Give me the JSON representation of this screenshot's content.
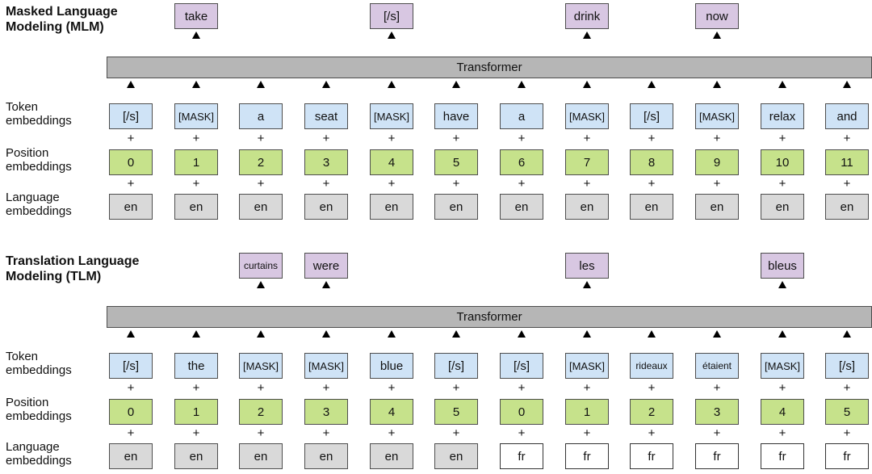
{
  "colors": {
    "output_box": "#d8c7e2",
    "token_box": "#cfe3f6",
    "position_box": "#c6e28b",
    "language_box_filled": "#d9d9d9",
    "language_box_outline": "#ffffff",
    "transformer_bar": "#b6b6b6",
    "box_border": "#4d4d4d"
  },
  "sections": [
    {
      "title": "Masked Language Modeling (MLM)",
      "transformer_label": "Transformer",
      "row_labels": {
        "token": "Token embeddings",
        "position": "Position embeddings",
        "language": "Language embeddings"
      },
      "outputs": [
        {
          "col": 1,
          "label": "take"
        },
        {
          "col": 4,
          "label": "[/s]"
        },
        {
          "col": 7,
          "label": "drink"
        },
        {
          "col": 9,
          "label": "now"
        }
      ],
      "tokens": [
        "[/s]",
        "[MASK]",
        "a",
        "seat",
        "[MASK]",
        "have",
        "a",
        "[MASK]",
        "[/s]",
        "[MASK]",
        "relax",
        "and"
      ],
      "positions": [
        "0",
        "1",
        "2",
        "3",
        "4",
        "5",
        "6",
        "7",
        "8",
        "9",
        "10",
        "11"
      ],
      "languages": [
        {
          "label": "en",
          "style": "filled"
        },
        {
          "label": "en",
          "style": "filled"
        },
        {
          "label": "en",
          "style": "filled"
        },
        {
          "label": "en",
          "style": "filled"
        },
        {
          "label": "en",
          "style": "filled"
        },
        {
          "label": "en",
          "style": "filled"
        },
        {
          "label": "en",
          "style": "filled"
        },
        {
          "label": "en",
          "style": "filled"
        },
        {
          "label": "en",
          "style": "filled"
        },
        {
          "label": "en",
          "style": "filled"
        },
        {
          "label": "en",
          "style": "filled"
        },
        {
          "label": "en",
          "style": "filled"
        }
      ],
      "plus_sign": "+"
    },
    {
      "title": "Translation Language Modeling (TLM)",
      "transformer_label": "Transformer",
      "row_labels": {
        "token": "Token embeddings",
        "position": "Position embeddings",
        "language": "Language embeddings"
      },
      "outputs": [
        {
          "col": 2,
          "label": "curtains"
        },
        {
          "col": 3,
          "label": "were"
        },
        {
          "col": 7,
          "label": "les"
        },
        {
          "col": 10,
          "label": "bleus"
        }
      ],
      "tokens": [
        "[/s]",
        "the",
        "[MASK]",
        "[MASK]",
        "blue",
        "[/s]",
        "[/s]",
        "[MASK]",
        "rideaux",
        "étaient",
        "[MASK]",
        "[/s]"
      ],
      "positions": [
        "0",
        "1",
        "2",
        "3",
        "4",
        "5",
        "0",
        "1",
        "2",
        "3",
        "4",
        "5"
      ],
      "languages": [
        {
          "label": "en",
          "style": "filled"
        },
        {
          "label": "en",
          "style": "filled"
        },
        {
          "label": "en",
          "style": "filled"
        },
        {
          "label": "en",
          "style": "filled"
        },
        {
          "label": "en",
          "style": "filled"
        },
        {
          "label": "en",
          "style": "filled"
        },
        {
          "label": "fr",
          "style": "outline"
        },
        {
          "label": "fr",
          "style": "outline"
        },
        {
          "label": "fr",
          "style": "outline"
        },
        {
          "label": "fr",
          "style": "outline"
        },
        {
          "label": "fr",
          "style": "outline"
        },
        {
          "label": "fr",
          "style": "outline"
        }
      ],
      "plus_sign": "+"
    }
  ]
}
